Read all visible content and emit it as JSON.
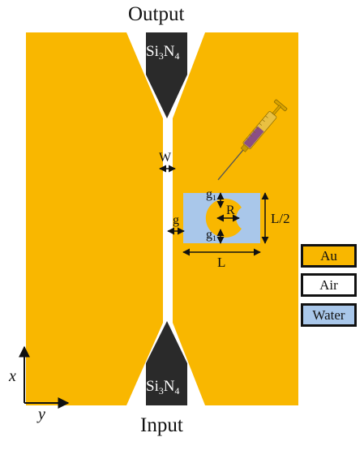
{
  "labels": {
    "output": "Output",
    "input": "Input",
    "waveguide_top": {
      "base": "Si",
      "sub1": "3",
      "mid": "N",
      "sub2": "4"
    },
    "waveguide_bottom": {
      "base": "Si",
      "sub1": "3",
      "mid": "N",
      "sub2": "4"
    },
    "gap_width": "W",
    "radius": "R",
    "g1_top": {
      "base": "g",
      "sub": "1"
    },
    "g1_bottom": {
      "base": "g",
      "sub": "1"
    },
    "gap_g": "g",
    "length": "L",
    "half_length": "L/2",
    "axis_x": "x",
    "axis_y": "y"
  },
  "legend": {
    "au": "Au",
    "air": "Air",
    "water": "Water"
  },
  "colors": {
    "gold": "#F9B700",
    "water": "#A9C7EA",
    "silicon_nitride": "#2A2A2A",
    "air": "#FFFFFF"
  }
}
